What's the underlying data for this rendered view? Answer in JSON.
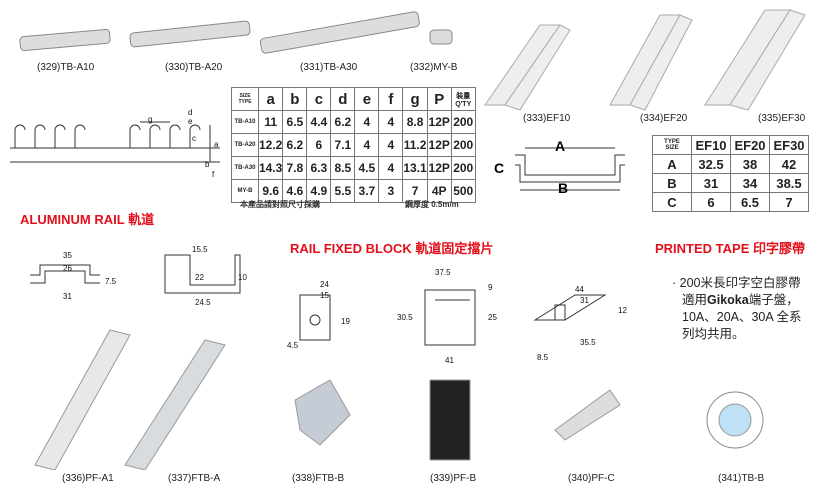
{
  "products_top": [
    {
      "code": "(329)TB-A10"
    },
    {
      "code": "(330)TB-A20"
    },
    {
      "code": "(331)TB-A30"
    },
    {
      "code": "(332)MY-B"
    },
    {
      "code": "(333)EF10"
    },
    {
      "code": "(334)EF20"
    },
    {
      "code": "(335)EF30"
    }
  ],
  "tb_diagram": {
    "labels": [
      "g",
      "d",
      "e",
      "c",
      "a",
      "b",
      "f"
    ]
  },
  "tb_table": {
    "corner_top": "SIZE",
    "corner_bottom": "TYPE",
    "headers": [
      "a",
      "b",
      "c",
      "d",
      "e",
      "f",
      "g",
      "P"
    ],
    "qty_header": "裝量 Q'TY",
    "rows": [
      {
        "type": "TB-A10",
        "values": [
          "11",
          "6.5",
          "4.4",
          "6.2",
          "4",
          "4",
          "8.8",
          "12P",
          "200"
        ]
      },
      {
        "type": "TB-A20",
        "values": [
          "12.2",
          "6.2",
          "6",
          "7.1",
          "4",
          "4",
          "11.2",
          "12P",
          "200"
        ]
      },
      {
        "type": "TB-A30",
        "values": [
          "14.3",
          "7.8",
          "6.3",
          "8.5",
          "4.5",
          "4",
          "13.1",
          "12P",
          "200"
        ]
      },
      {
        "type": "MY-B",
        "values": [
          "9.6",
          "4.6",
          "4.9",
          "5.5",
          "3.7",
          "3",
          "7",
          "4P",
          "500"
        ]
      }
    ],
    "note_left": "本產品請對照尺寸採購",
    "note_right": "鋼厚度 0.5m/m"
  },
  "ef_diagram": {
    "labels": [
      "A",
      "B",
      "C"
    ]
  },
  "ef_table": {
    "corner_top": "TYPE",
    "corner_bottom": "SIZE",
    "headers": [
      "EF10",
      "EF20",
      "EF30"
    ],
    "rows": [
      {
        "size": "A",
        "values": [
          "32.5",
          "38",
          "42"
        ]
      },
      {
        "size": "B",
        "values": [
          "31",
          "34",
          "38.5"
        ]
      },
      {
        "size": "C",
        "values": [
          "6",
          "6.5",
          "7"
        ]
      }
    ]
  },
  "sections": {
    "aluminum_rail": "ALUMINUM  RAIL  軌道",
    "rail_fixed_block": "RAIL FIXED BLOCK  軌道固定擋片",
    "printed_tape": "PRINTED  TAPE  印字膠帶"
  },
  "rail1_dims": [
    "35",
    "26",
    "7.5",
    "31"
  ],
  "rail2_dims": [
    "15.5",
    "22",
    "10",
    "24.5"
  ],
  "block1_dims": [
    "24",
    "15",
    "19",
    "4.5"
  ],
  "block2_dims": [
    "37.5",
    "9",
    "30.5",
    "25",
    "41"
  ],
  "block3_dims": [
    "44",
    "31",
    "12",
    "35.5",
    "8.5"
  ],
  "tape_text": {
    "line1": "· 200米長印字空白膠帶",
    "line2_a": "適用",
    "brand": "Gikoka",
    "line2_b": "端子盤，",
    "line3": "10A、20A、30A 全系",
    "line4": "列均共用。"
  },
  "products_bottom": [
    {
      "code": "(336)PF-A1"
    },
    {
      "code": "(337)FTB-A"
    },
    {
      "code": "(338)FTB-B"
    },
    {
      "code": "(339)PF-B"
    },
    {
      "code": "(340)PF-C"
    },
    {
      "code": "(341)TB-B"
    }
  ],
  "colors": {
    "accent": "#e3101b"
  }
}
